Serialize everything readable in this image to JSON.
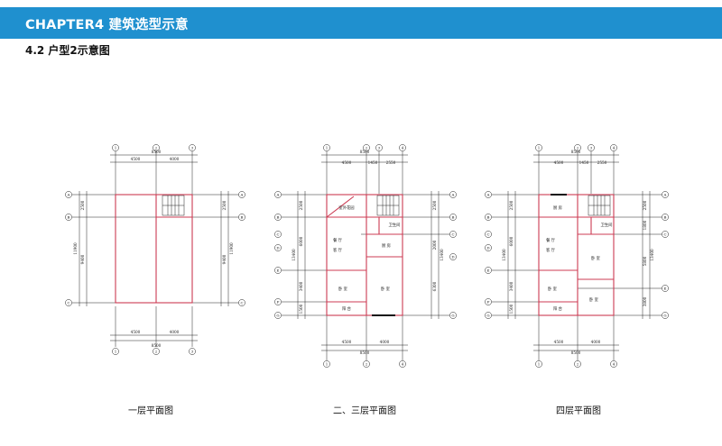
{
  "header": {
    "title": "CHAPTER4  建筑选型示意",
    "section": "4.2 户型2示意图"
  },
  "colors": {
    "banner": "#1f90cf",
    "wall": "#cc3b53",
    "line": "#222222"
  },
  "plans": [
    {
      "caption": "一层平面图",
      "grid_cols": [
        "①",
        "②",
        "③"
      ],
      "grid_rows_left": [
        "Ⓐ",
        "Ⓑ",
        "Ⓒ"
      ],
      "grid_rows_right": [
        "Ⓐ",
        "Ⓑ",
        "Ⓒ"
      ],
      "dims_top_total": "8500",
      "dims_top": [
        "4500",
        "4000"
      ],
      "dims_bottom": [
        "4500",
        "4000"
      ],
      "dims_bottom_total": "8500",
      "dims_left": [
        "2500",
        "9400"
      ],
      "dims_left_total": "11900",
      "dims_right": [
        "2500",
        "9400"
      ],
      "dims_right_total": "11900",
      "rooms": []
    },
    {
      "caption": "二、三层平面图",
      "grid_cols": [
        "①",
        "②",
        "③",
        "④"
      ],
      "grid_cols_bottom": [
        "①",
        "②",
        "④"
      ],
      "grid_rows_left": [
        "Ⓐ",
        "Ⓑ",
        "Ⓒ",
        "Ⓓ",
        "Ⓔ",
        "Ⓕ",
        "Ⓖ"
      ],
      "grid_rows_right": [
        "Ⓐ",
        "Ⓑ",
        "Ⓒ",
        "Ⓓ",
        "Ⓖ"
      ],
      "dims_top_total": "8500",
      "dims_top": [
        "4500",
        "1450",
        "2550"
      ],
      "dims_bottom": [
        "4500",
        "4000"
      ],
      "dims_bottom_total": "8500",
      "dims_left": [
        "2500",
        "6000",
        "3400",
        "1500"
      ],
      "dims_left_total": "13400",
      "dims_right": [
        "2500",
        "2000",
        "6300"
      ],
      "dims_right_total": "13400",
      "rooms": [
        "室外花园",
        "卫生间",
        "餐  厅",
        "客  厅",
        "厨  房",
        "卧  室",
        "卧  室",
        "阳  台"
      ]
    },
    {
      "caption": "四层平面图",
      "grid_cols": [
        "①",
        "②",
        "③",
        "④"
      ],
      "grid_cols_bottom": [
        "①",
        "②",
        "④"
      ],
      "grid_rows_left": [
        "Ⓐ",
        "Ⓑ",
        "Ⓒ",
        "Ⓓ",
        "Ⓔ",
        "Ⓕ",
        "Ⓖ"
      ],
      "grid_rows_right": [
        "Ⓐ",
        "Ⓑ",
        "Ⓒ",
        "Ⓔ",
        "Ⓖ"
      ],
      "dims_top_total": "8500",
      "dims_top": [
        "4500",
        "1450",
        "2550"
      ],
      "dims_bottom": [
        "4500",
        "4000"
      ],
      "dims_bottom_total": "8500",
      "dims_left": [
        "2500",
        "6000",
        "3400",
        "1500"
      ],
      "dims_left_total": "13400",
      "dims_right": [
        "2500",
        "1800",
        "5800",
        "3800"
      ],
      "dims_right_total": "13400",
      "rooms": [
        "厨  房",
        "卫生间",
        "餐  厅",
        "客  厅",
        "卧  室",
        "卧  室",
        "卧  室",
        "阳  台"
      ]
    }
  ]
}
